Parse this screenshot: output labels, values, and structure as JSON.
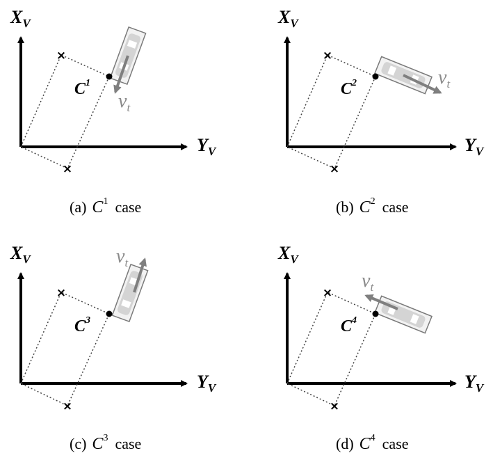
{
  "axes": {
    "x_main": "X",
    "x_sub": "V",
    "y_main": "Y",
    "y_sub": "V"
  },
  "velocity": {
    "main": "v",
    "sub": "t"
  },
  "marker_symbol": "×",
  "panels": [
    {
      "id": "a",
      "corner_main": "C",
      "corner_sup": "1",
      "caption_prefix": "(a)",
      "caption_c": "C",
      "caption_sup": "1",
      "caption_suffix": "case",
      "vehicle_heading": "down"
    },
    {
      "id": "b",
      "corner_main": "C",
      "corner_sup": "2",
      "caption_prefix": "(b)",
      "caption_c": "C",
      "caption_sup": "2",
      "caption_suffix": "case",
      "vehicle_heading": "right"
    },
    {
      "id": "c",
      "corner_main": "C",
      "corner_sup": "3",
      "caption_prefix": "(c)",
      "caption_c": "C",
      "caption_sup": "3",
      "caption_suffix": "case",
      "vehicle_heading": "up"
    },
    {
      "id": "d",
      "corner_main": "C",
      "corner_sup": "4",
      "caption_prefix": "(d)",
      "caption_c": "C",
      "caption_sup": "4",
      "caption_suffix": "case",
      "vehicle_heading": "left"
    }
  ],
  "colors": {
    "axis": "#000000",
    "dotted": "#444444",
    "vehicle_outline": "#7a7a7a",
    "vehicle_fill": "#d4d4d4",
    "vehicle_window": "#ffffff",
    "velocity_arrow": "#7f7f7f",
    "velocity_text": "#8a8a8a"
  }
}
